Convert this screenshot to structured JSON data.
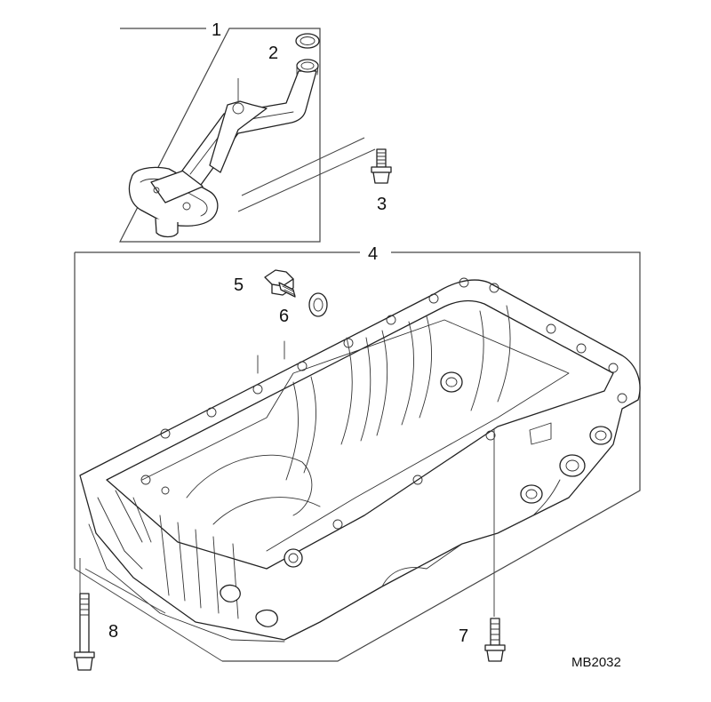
{
  "diagram": {
    "code": "MB2032",
    "callouts": [
      {
        "id": "1",
        "label": "1"
      },
      {
        "id": "2",
        "label": "2"
      },
      {
        "id": "3",
        "label": "3"
      },
      {
        "id": "4",
        "label": "4"
      },
      {
        "id": "5",
        "label": "5"
      },
      {
        "id": "6",
        "label": "6"
      },
      {
        "id": "7",
        "label": "7"
      },
      {
        "id": "8",
        "label": "8"
      }
    ],
    "colors": {
      "line": "#222222",
      "background": "#ffffff"
    }
  }
}
